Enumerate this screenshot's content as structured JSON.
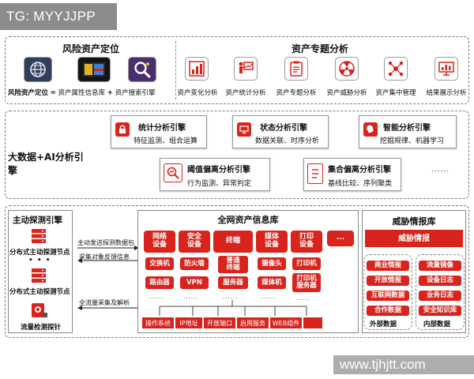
{
  "tag_label": "TG: MYYJJPP",
  "watermark": "www.tjhjtt.com",
  "risk_section": {
    "title": "风险资产定位",
    "caption_left": "风险资产定位",
    "equals": "=",
    "caption_mid": "资产属性信息库",
    "plus": "+",
    "caption_right": "资产搜索引擎",
    "icons": [
      "globe-icon",
      "book-icon",
      "search-icon"
    ]
  },
  "analysis_section": {
    "title": "资产专题分析",
    "items": [
      {
        "label": "资产变化分析",
        "icon": "chart-change-icon"
      },
      {
        "label": "资产统计分析",
        "icon": "presenter-icon"
      },
      {
        "label": "资产专题分析",
        "icon": "clipboard-icon"
      },
      {
        "label": "资产威胁分析",
        "icon": "radiation-icon"
      },
      {
        "label": "资产集中管理",
        "icon": "network-icon"
      },
      {
        "label": "结果展示分析",
        "icon": "monitor-chart-icon"
      }
    ]
  },
  "bigdata_section": {
    "label": "大数据+AI分析引擎",
    "engines": {
      "stat": {
        "title": "统计分析引擎",
        "sub": "特征监测、组合运算"
      },
      "state": {
        "title": "状态分析引擎",
        "sub": "数据关联、时序分析"
      },
      "smart": {
        "title": "智能分析引擎",
        "sub": "挖掘规律、机器学习"
      },
      "threshold": {
        "title": "阈值偏离分析引擎",
        "sub": "行为监测、异常判定"
      },
      "set": {
        "title": "集合偏离分析引擎",
        "sub": "基线比较、序列聚类"
      }
    },
    "more": "......"
  },
  "probe_section": {
    "title": "主动探测引擎",
    "node1": "分布式主动探测节点",
    "dots": "• • •",
    "node2": "分布式主动探测节点",
    "probe": "流量检测探针"
  },
  "arrows": {
    "a1": "主动发送探测数据包",
    "a2": "采集对象反馈信息",
    "a3": "全流量采集及解析"
  },
  "asset_db": {
    "title": "全网资产信息库",
    "categories": [
      {
        "label": "网络\n设备",
        "subs": [
          "交换机",
          "路由器"
        ]
      },
      {
        "label": "安全\n设备",
        "subs": [
          "防火墙",
          "VPN"
        ]
      },
      {
        "label": "终端",
        "subs": [
          "普通\n终端",
          "服务器"
        ]
      },
      {
        "label": "媒体\n设备",
        "subs": [
          "摄像头",
          "媒体机"
        ]
      },
      {
        "label": "打印\n设备",
        "subs": [
          "打印机",
          "打印机\n服务器"
        ]
      }
    ],
    "more_box": "...",
    "sub_more": "......",
    "attrs": [
      "操作系统",
      "IP地址",
      "开放端口",
      "启用服务",
      "WEB组件"
    ]
  },
  "threat_db": {
    "title": "威胁情报库",
    "header": "威胁情报",
    "external": [
      "商业情报",
      "开放情报",
      "互联网数据",
      "合作数据"
    ],
    "external_label": "外部数据",
    "internal": [
      "流量镜像",
      "设备日志",
      "业务日志",
      "安全知识库"
    ],
    "internal_label": "内部数据",
    "dots": "• • •"
  }
}
